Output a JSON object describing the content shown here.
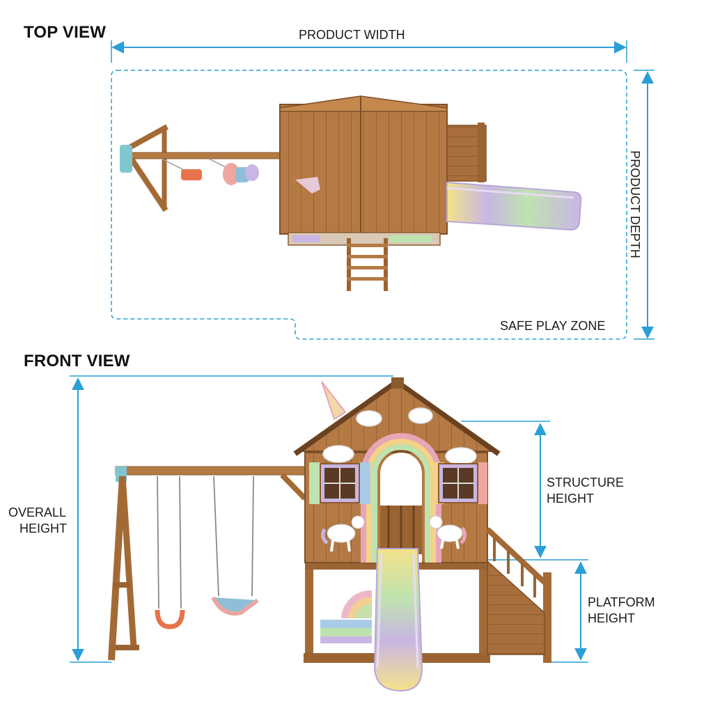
{
  "top_view": {
    "title": "TOP VIEW",
    "width_label": "PRODUCT WIDTH",
    "depth_label": "PRODUCT DEPTH",
    "zone_label": "SAFE PLAY ZONE"
  },
  "front_view": {
    "title": "FRONT VIEW",
    "overall_height_label": [
      "OVERALL",
      "HEIGHT"
    ],
    "structure_height_label": [
      "STRUCTURE",
      "HEIGHT"
    ],
    "platform_height_label": [
      "PLATFORM",
      "HEIGHT"
    ]
  },
  "colors": {
    "dimension_line": "#2a9fd6",
    "wood": "#b57a44",
    "wood_dark": "#8a5a2e",
    "slide_yellow": "#f3e28a",
    "slide_purple": "#c9b6e4",
    "slide_green": "#bfe3b0",
    "swing_seat": "#e8734a",
    "cloud": "#ffffff",
    "rainbow": [
      "#e7a6b8",
      "#f3d38a",
      "#bfe3b0",
      "#a9cbe8",
      "#c9b6e4"
    ]
  },
  "icons": [
    "swing-set",
    "slide",
    "ladder",
    "unicorn",
    "cloud",
    "rainbow",
    "window"
  ]
}
